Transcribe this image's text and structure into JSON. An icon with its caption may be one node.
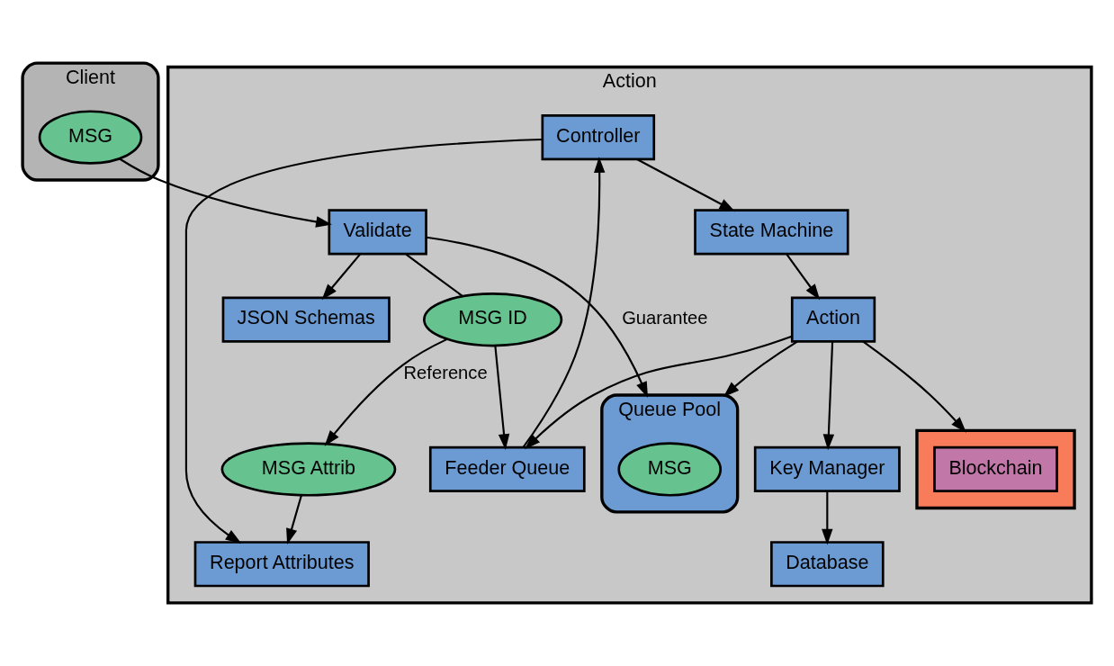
{
  "diagram": {
    "nodes": [
      {
        "text": [
          "Client"
        ]
      },
      {
        "text": [
          "MSG"
        ],
        "in": 0
      },
      {
        "text": [
          "Action"
        ]
      },
      {
        "text": [
          "MSG Attrib"
        ],
        "in": 2
      },
      {
        "text": [
          "MSG ID"
        ],
        "in": 2
      },
      {
        "text": [
          "Validate"
        ],
        "in": 2
      },
      {
        "text": [
          "Queue Pool"
        ],
        "in": 2
      },
      {
        "text": [
          "MSG"
        ],
        "in": 6
      },
      {
        "text": [
          "Report Attributes"
        ],
        "in": 2
      },
      {
        "text": [
          "Controller"
        ],
        "in": 2
      },
      {
        "text": [
          "Feeder Queue"
        ],
        "in": 2
      },
      {
        "text": [
          "JSON Schemas"
        ],
        "in": 2
      },
      {
        "text": [
          "State Machine"
        ],
        "in": 2
      },
      {
        "text": [
          "Action"
        ],
        "in": 2
      },
      {
        "text": [
          "Key Manager"
        ],
        "in": 2
      },
      {
        "text": [],
        "shape": "box",
        "in": 2
      },
      {
        "text": [
          "Blockchain"
        ],
        "in": 15
      },
      {
        "text": [
          "Database"
        ],
        "in": 2
      }
    ],
    "edges": [
      {
        "from": 1,
        "to": 5,
        "arrow": "to"
      },
      {
        "from": 4,
        "to": 3,
        "arrow": "to",
        "label": "Reference"
      },
      {
        "from": 5,
        "to": 4,
        "arrow": "none"
      },
      {
        "from": 5,
        "to": 6,
        "arrow": "to",
        "label": "Guarantee"
      },
      {
        "from": 3,
        "to": 8,
        "arrow": "to"
      },
      {
        "from": 4,
        "to": 10,
        "arrow": "to"
      },
      {
        "from": 5,
        "to": 11,
        "arrow": "to"
      },
      {
        "from": 10,
        "to": 9,
        "arrow": "to"
      },
      {
        "from": 9,
        "to": 8,
        "arrow": "to"
      },
      {
        "from": 9,
        "to": 12,
        "arrow": "to"
      },
      {
        "from": 12,
        "to": 13,
        "arrow": "to"
      },
      {
        "from": 13,
        "to": 10,
        "arrow": "to"
      },
      {
        "from": 13,
        "to": 6,
        "arrow": "to"
      },
      {
        "from": 13,
        "to": 14,
        "arrow": "to"
      },
      {
        "from": 13,
        "to": 15,
        "arrow": "to"
      },
      {
        "from": 14,
        "to": 17,
        "arrow": "to"
      }
    ]
  }
}
